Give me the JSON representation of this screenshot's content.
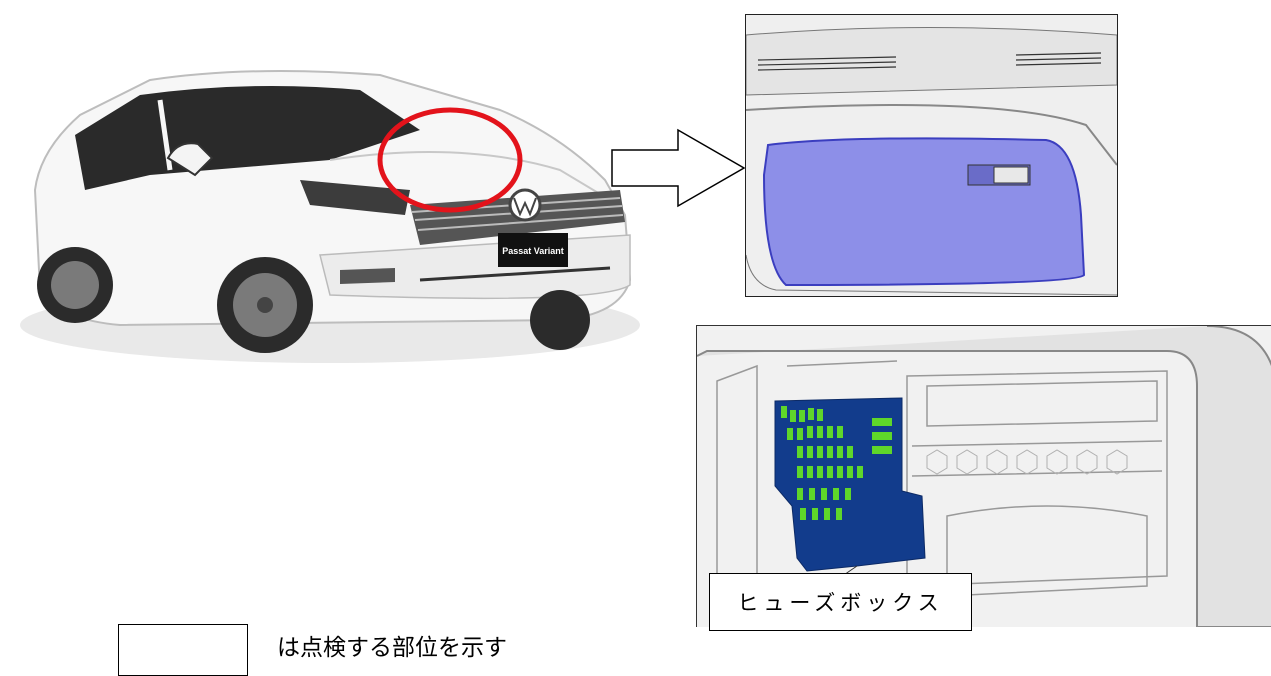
{
  "car": {
    "badge_text": "Passat Variant",
    "highlight_color": "#e3131b"
  },
  "glovebox": {
    "highlight_color": "#8d8fe8"
  },
  "fusebox": {
    "box_color": "#123c8c",
    "fuse_color": "#5fd62a",
    "label": "ヒューズボックス"
  },
  "legend": {
    "text": "は点検する部位を示す"
  }
}
